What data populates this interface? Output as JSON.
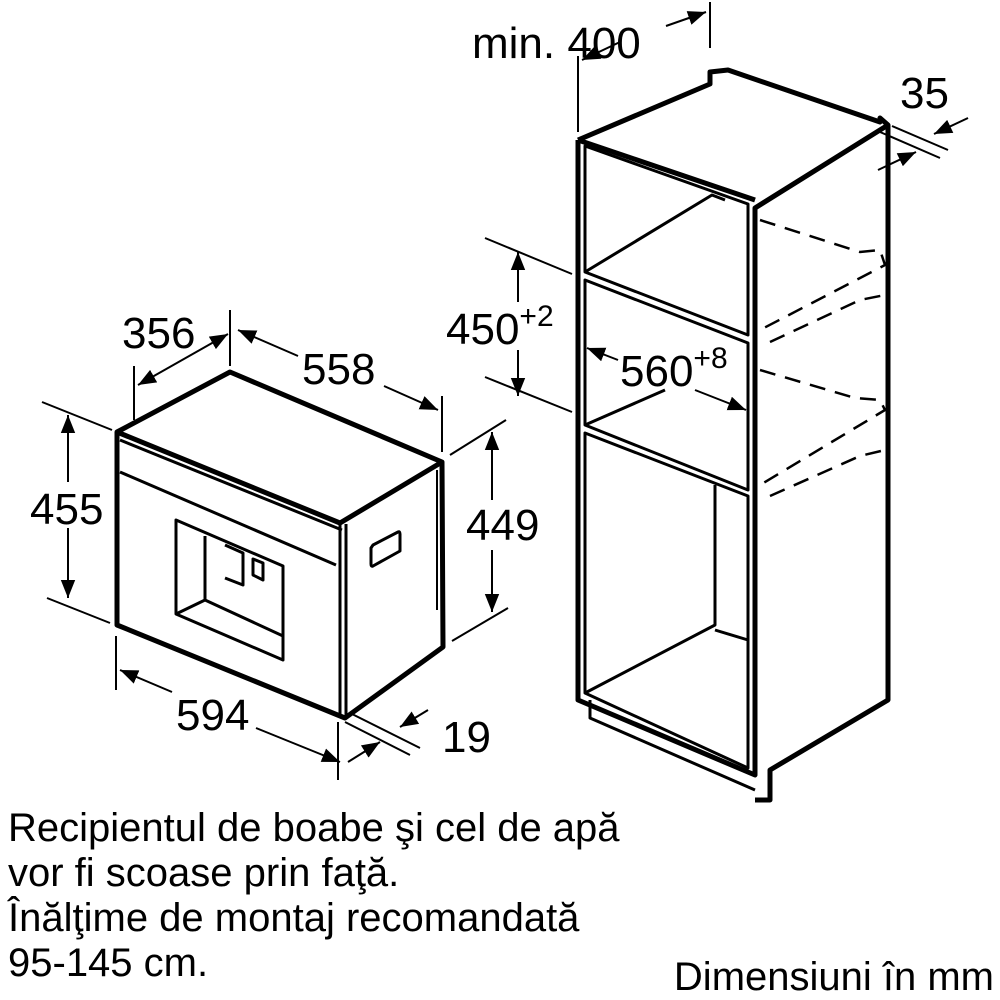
{
  "dimensions": {
    "appliance_depth_top": "356",
    "appliance_width_top": "558",
    "appliance_height_front": "455",
    "appliance_height_side": "449",
    "appliance_width_front": "594",
    "front_overhang": "19",
    "niche_depth": "min. 400",
    "back_gap": "35",
    "niche_height": "450",
    "niche_height_tol": "+2",
    "niche_width": "560",
    "niche_width_tol": "+8"
  },
  "notes": [
    "Recipientul de boabe şi cel de apă",
    "vor fi scoase prin faţă.",
    "Înălţime de montaj recomandată",
    "95-145 cm."
  ],
  "units_label": "Dimensiuni în mm"
}
